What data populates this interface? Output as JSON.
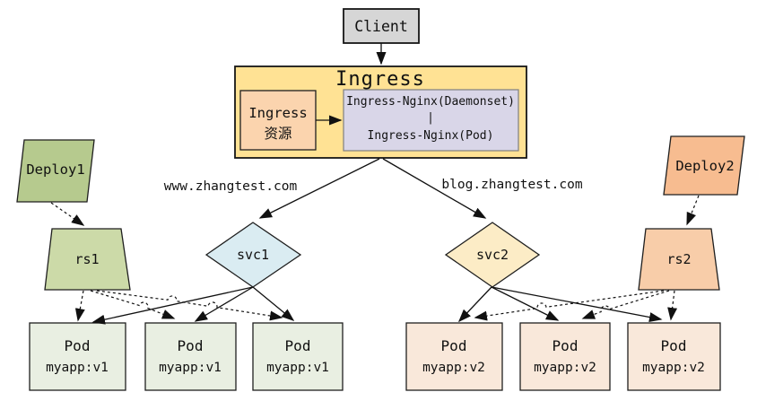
{
  "colors": {
    "client": "#d6d6d6",
    "ingress_box": "#ffe294",
    "ingress_resource": "#fbd4ae",
    "ingress_nginx": "#d9d6e8",
    "deploy_left": "#b6ca8e",
    "rs_left": "#ccdaa8",
    "svc_left": "#daecf2",
    "pod_left": "#e9efe2",
    "deploy_right": "#f7bc90",
    "rs_right": "#f8cda9",
    "svc_right": "#fcecc6",
    "pod_right": "#f9e8da"
  },
  "client": {
    "label": "Client"
  },
  "ingress": {
    "title": "Ingress",
    "resource_line1": "Ingress",
    "resource_line2": "资源",
    "nginx_line1": "Ingress-Nginx(Daemonset)",
    "nginx_connector": "|",
    "nginx_line2": "Ingress-Nginx(Pod)"
  },
  "routes": {
    "left_host": "www.zhangtest.com",
    "right_host": "blog.zhangtest.com"
  },
  "left": {
    "deploy": "Deploy1",
    "rs": "rs1",
    "svc": "svc1",
    "pods": [
      {
        "name": "Pod",
        "image": "myapp:v1"
      },
      {
        "name": "Pod",
        "image": "myapp:v1"
      },
      {
        "name": "Pod",
        "image": "myapp:v1"
      }
    ]
  },
  "right": {
    "deploy": "Deploy2",
    "rs": "rs2",
    "svc": "svc2",
    "pods": [
      {
        "name": "Pod",
        "image": "myapp:v2"
      },
      {
        "name": "Pod",
        "image": "myapp:v2"
      },
      {
        "name": "Pod",
        "image": "myapp:v2"
      }
    ]
  }
}
